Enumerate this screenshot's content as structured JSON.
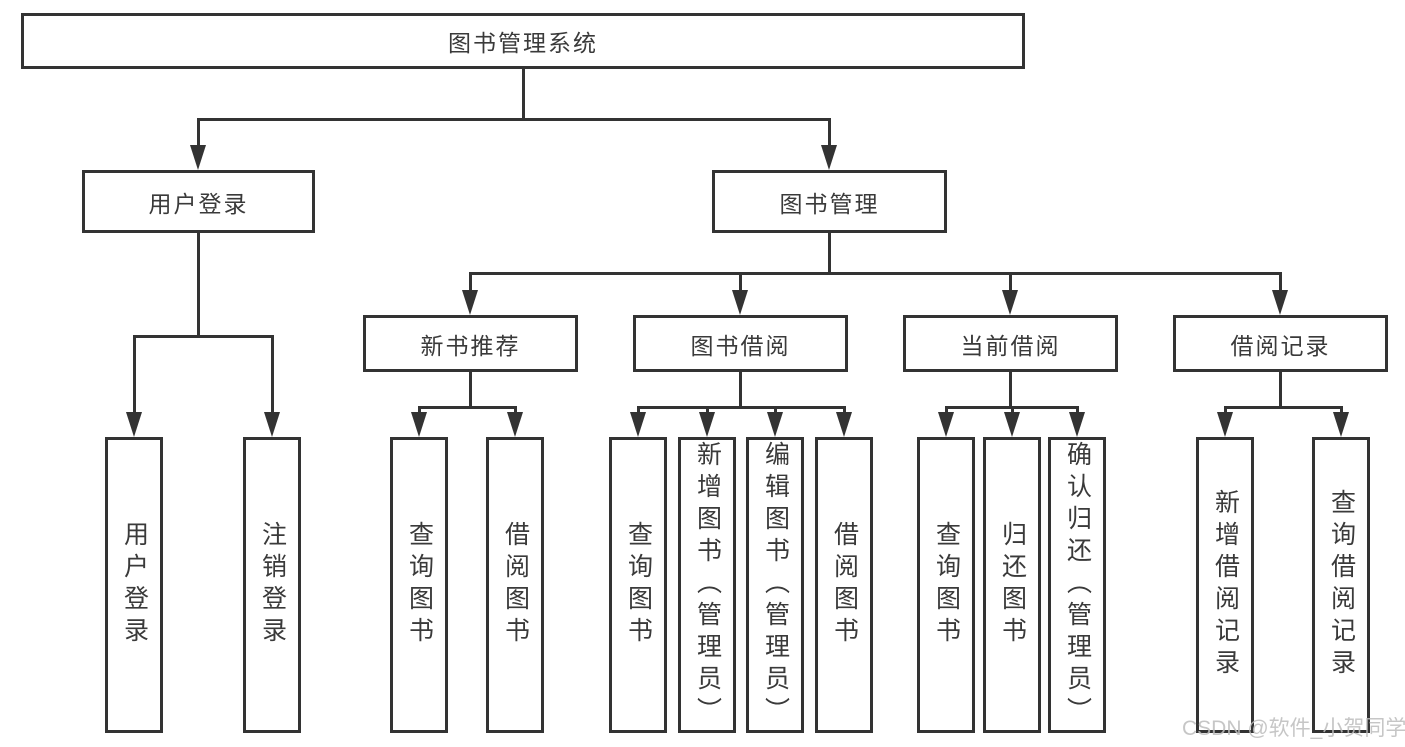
{
  "colors": {
    "line": "#333333",
    "text": "#3a3a3a",
    "background": "#ffffff",
    "watermark": "#bdbdbd"
  },
  "diagram": {
    "root": {
      "label": "图书管理系统"
    },
    "level2": [
      {
        "label": "用户登录"
      },
      {
        "label": "图书管理"
      }
    ],
    "level3": [
      {
        "label": "新书推荐"
      },
      {
        "label": "图书借阅"
      },
      {
        "label": "当前借阅"
      },
      {
        "label": "借阅记录"
      }
    ],
    "leaves": [
      {
        "label": "用户登录"
      },
      {
        "label": "注销登录"
      },
      {
        "label": "查询图书"
      },
      {
        "label": "借阅图书"
      },
      {
        "label": "查询图书"
      },
      {
        "label": "新增图书（管理员）"
      },
      {
        "label": "编辑图书（管理员）"
      },
      {
        "label": "借阅图书"
      },
      {
        "label": "查询图书"
      },
      {
        "label": "归还图书"
      },
      {
        "label": "确认归还（管理员）"
      },
      {
        "label": "新增借阅记录"
      },
      {
        "label": "查询借阅记录"
      }
    ]
  },
  "watermark": {
    "text": "CSDN @软件_小贺同学"
  }
}
